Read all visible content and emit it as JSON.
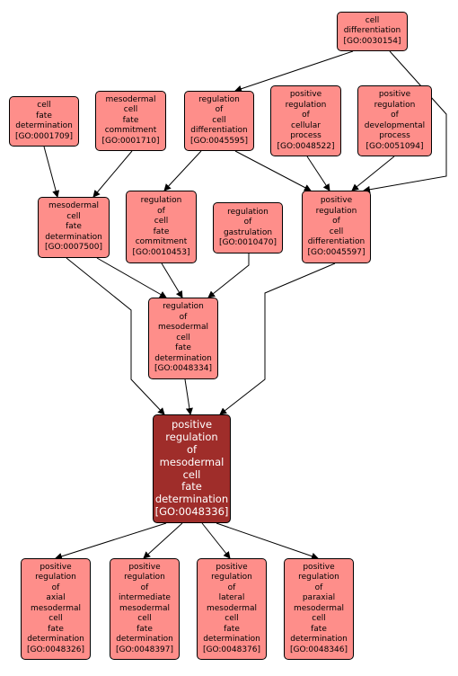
{
  "nodes": [
    {
      "id": "n30154",
      "lines": [
        "cell",
        "differentiation",
        "[GO:0030154]"
      ]
    },
    {
      "id": "n1709",
      "lines": [
        "cell",
        "fate",
        "determination",
        "[GO:0001709]"
      ]
    },
    {
      "id": "n1710",
      "lines": [
        "mesodermal",
        "cell",
        "fate",
        "commitment",
        "[GO:0001710]"
      ]
    },
    {
      "id": "n45595",
      "lines": [
        "regulation",
        "of",
        "cell",
        "differentiation",
        "[GO:0045595]"
      ]
    },
    {
      "id": "n48522",
      "lines": [
        "positive",
        "regulation",
        "of",
        "cellular",
        "process",
        "[GO:0048522]"
      ]
    },
    {
      "id": "n51094",
      "lines": [
        "positive",
        "regulation",
        "of",
        "developmental",
        "process",
        "[GO:0051094]"
      ]
    },
    {
      "id": "n7500",
      "lines": [
        "mesodermal",
        "cell",
        "fate",
        "determination",
        "[GO:0007500]"
      ]
    },
    {
      "id": "n10453",
      "lines": [
        "regulation",
        "of",
        "cell",
        "fate",
        "commitment",
        "[GO:0010453]"
      ]
    },
    {
      "id": "n10470",
      "lines": [
        "regulation",
        "of",
        "gastrulation",
        "[GO:0010470]"
      ]
    },
    {
      "id": "n45597",
      "lines": [
        "positive",
        "regulation",
        "of",
        "cell",
        "differentiation",
        "[GO:0045597]"
      ]
    },
    {
      "id": "n48334",
      "lines": [
        "regulation",
        "of",
        "mesodermal",
        "cell",
        "fate",
        "determination",
        "[GO:0048334]"
      ]
    },
    {
      "id": "n48336",
      "lines": [
        "positive",
        "regulation",
        "of",
        "mesodermal",
        "cell",
        "fate",
        "determination",
        "[GO:0048336]"
      ]
    },
    {
      "id": "n48326",
      "lines": [
        "positive",
        "regulation",
        "of",
        "axial",
        "mesodermal",
        "cell",
        "fate",
        "determination",
        "[GO:0048326]"
      ]
    },
    {
      "id": "n48397",
      "lines": [
        "positive",
        "regulation",
        "of",
        "intermediate",
        "mesodermal",
        "cell",
        "fate",
        "determination",
        "[GO:0048397]"
      ]
    },
    {
      "id": "n48376",
      "lines": [
        "positive",
        "regulation",
        "of",
        "lateral",
        "mesodermal",
        "cell",
        "fate",
        "determination",
        "[GO:0048376]"
      ]
    },
    {
      "id": "n48346",
      "lines": [
        "positive",
        "regulation",
        "of",
        "paraxial",
        "mesodermal",
        "cell",
        "fate",
        "determination",
        "[GO:0048346]"
      ]
    }
  ],
  "edges": [
    {
      "from": "n30154",
      "to": "n45595"
    },
    {
      "from": "n30154",
      "to": "n45597"
    },
    {
      "from": "n1709",
      "to": "n7500"
    },
    {
      "from": "n1710",
      "to": "n7500"
    },
    {
      "from": "n45595",
      "to": "n10453"
    },
    {
      "from": "n45595",
      "to": "n45597"
    },
    {
      "from": "n48522",
      "to": "n45597"
    },
    {
      "from": "n51094",
      "to": "n45597"
    },
    {
      "from": "n7500",
      "to": "n48334"
    },
    {
      "from": "n7500",
      "to": "n48336"
    },
    {
      "from": "n10453",
      "to": "n48334"
    },
    {
      "from": "n10470",
      "to": "n48334"
    },
    {
      "from": "n45597",
      "to": "n48336"
    },
    {
      "from": "n48334",
      "to": "n48336"
    },
    {
      "from": "n48336",
      "to": "n48326"
    },
    {
      "from": "n48336",
      "to": "n48397"
    },
    {
      "from": "n48336",
      "to": "n48376"
    },
    {
      "from": "n48336",
      "to": "n48346"
    }
  ]
}
